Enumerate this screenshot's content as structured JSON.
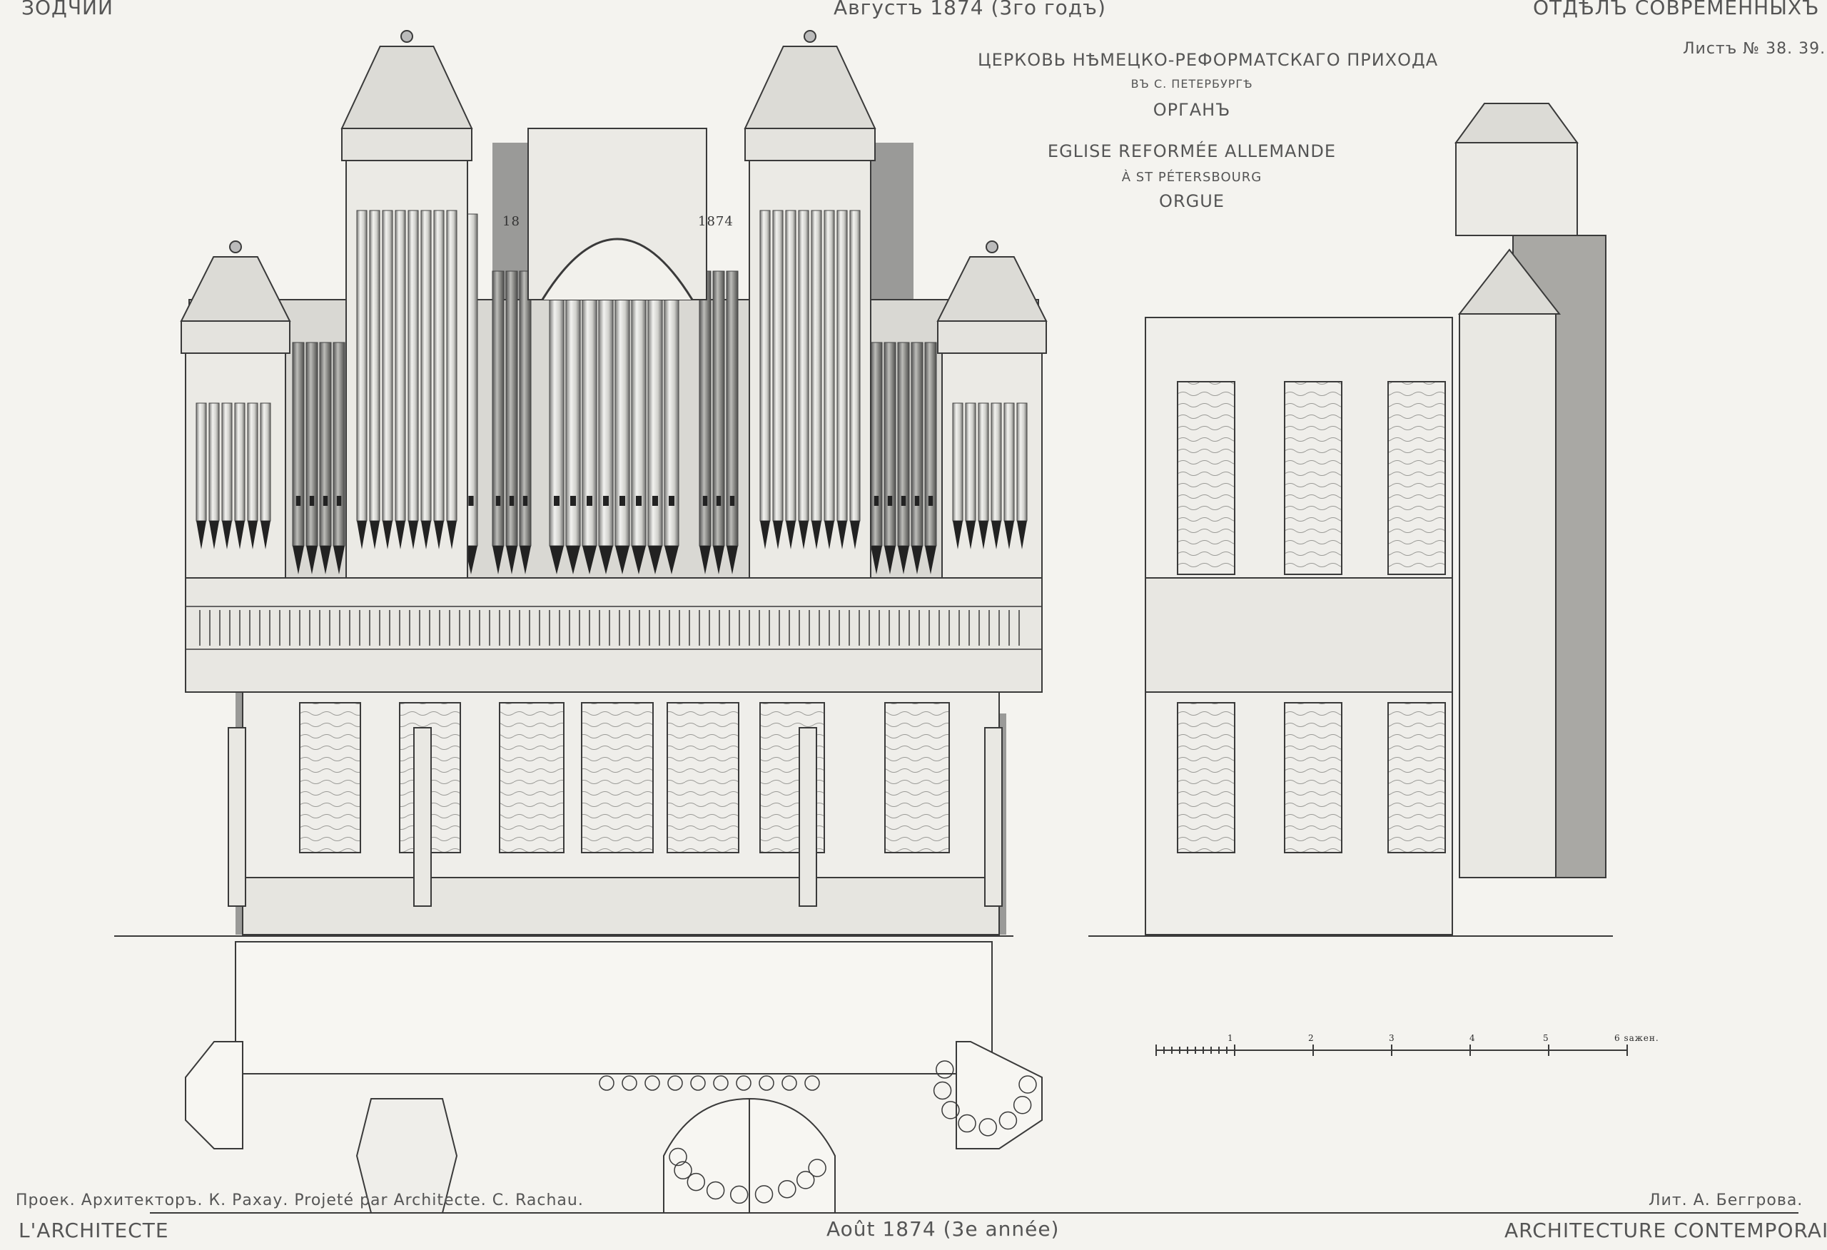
{
  "header": {
    "left": "ЗОДЧИЙ",
    "center": "Августъ 1874 (3го годъ)",
    "right": "ОТДѢЛЪ СОВРЕМЕННЫХЪ ЗДАНІЙ",
    "sheet": "Листъ № 38. 39."
  },
  "title": {
    "ru_line1": "ЦЕРКОВЬ НѢМЕЦКО-РЕФОРМАТСКАГО ПРИХОДА",
    "ru_line2": "ВЪ С. ПЕТЕРБУРГѢ",
    "ru_line3": "ОРГАНЪ",
    "fr_line1": "EGLISE REFORMÉE ALLEMANDE",
    "fr_line2": "À ST PÉTERSBOURG",
    "fr_line3": "ORGUE"
  },
  "organ": {
    "date_panel_left": "18",
    "date_panel_right": "1874"
  },
  "scale": {
    "ticks": [
      "1",
      "2",
      "3",
      "4",
      "5",
      "6 sажен."
    ]
  },
  "credits": {
    "architect": "Проек. Архитекторъ. К. Рахау.  Projeté par Architecte. C. Rachau.",
    "lithographer": "Лит. А. Беггрова."
  },
  "footer": {
    "left": "L'ARCHITECTE",
    "center": "Août 1874 (3e année)",
    "right": "ARCHITECTURE CONTEMPORAINE"
  },
  "colors": {
    "paper": "#f4f3ef",
    "ink": "#3a3a3a",
    "shadow": "#8a8a88"
  }
}
